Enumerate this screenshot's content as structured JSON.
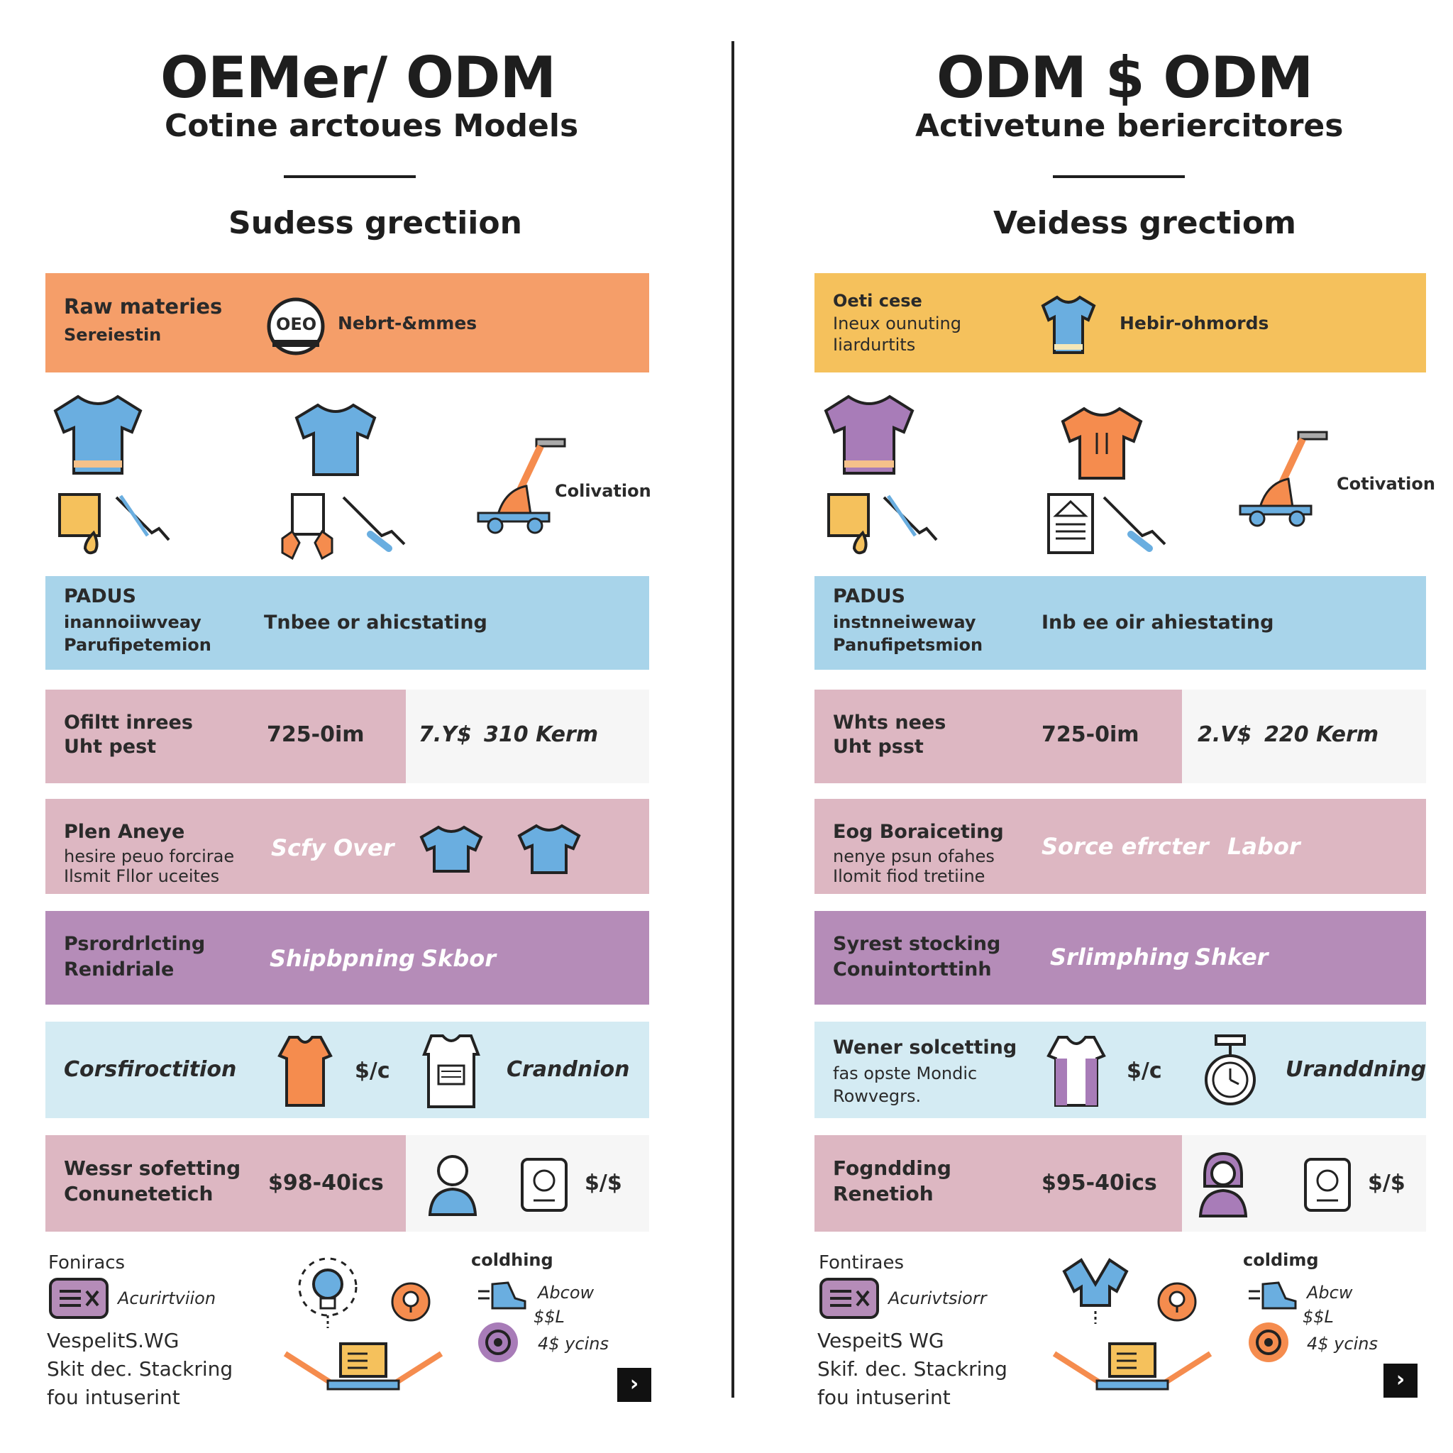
{
  "left": {
    "title": "OEMer/ ODM",
    "subtitle": "Cotine arctoues Models",
    "section": "Sudess grectiion",
    "band_top": {
      "line1": "Raw materies",
      "line2": "Sereiestin",
      "badge": "OEO",
      "tag": "Nebrt-&mmes"
    },
    "equip_label": "Colivation",
    "band_blue": {
      "line1": "PADUS",
      "line2": "inannoiiwveay",
      "line3": "Parufipetemion",
      "tag": "Tnbee or ahicstating"
    },
    "band_cost": {
      "line1": "Ofiltt inrees",
      "line2": "Uht pest",
      "range": "725-0im",
      "price": "7.Y$",
      "qty": "310 Kerm"
    },
    "band_plan": {
      "line1": "Plen Aneye",
      "line2": "hesire peuo forcirae",
      "line3": "Ilsmit Fllor uceites",
      "tag": "Scfy Over"
    },
    "band_purple": {
      "line1": "Psrordrlcting",
      "line2": "Renidriale",
      "tag1": "Shipbpning",
      "tag2": "Skbor"
    },
    "band_cons": {
      "label": "Corsfiroctition",
      "price": "$/c",
      "tag": "Crandnion"
    },
    "band_wear": {
      "line1": "Wessr sofetting",
      "line2": "Conunetetich",
      "range": "$98-40ics",
      "price": "$/$"
    },
    "footer": {
      "heading": "Foniracs",
      "badge_label": "Acurirtviion",
      "lines": [
        "VespelitS.WG",
        "Skit dec. Stackring",
        "fou intuserint"
      ],
      "code_heading": "coldhing",
      "code1": "Abcow",
      "code2": "$$L",
      "code3": "4$ ycins"
    }
  },
  "right": {
    "title": "ODM $ ODM",
    "subtitle": "Activetune beriercitores",
    "section": "Veidess grectiom",
    "band_top": {
      "line1": "Oeti cese",
      "line2": "Ineux ounuting",
      "line3": "Iiardurtits",
      "tag": "Hebir-ohmords"
    },
    "equip_label": "Cotivation",
    "band_blue": {
      "line1": "PADUS",
      "line2": "instnneiweway",
      "line3": "Panufipetsmion",
      "tag": "Inb ee oir ahiestating"
    },
    "band_cost": {
      "line1": "Whts nees",
      "line2": "Uht psst",
      "range": "725-0im",
      "price": "2.V$",
      "qty": "220 Kerm"
    },
    "band_plan": {
      "line1": "Eog Boraiceting",
      "line2": "nenye psun ofahes",
      "line3": "Ilomit fiod tretiine",
      "tag1": "Sorce efrcter",
      "tag2": "Labor"
    },
    "band_purple": {
      "line1": "Syrest stocking",
      "line2": "Conuintorttinh",
      "tag1": "Srlimphing",
      "tag2": "Shker"
    },
    "band_cons": {
      "line1": "Wener solcetting",
      "line2": "fas opste Mondic",
      "line3": "Rowvegrs.",
      "price": "$/c",
      "tag": "Uranddning"
    },
    "band_wear": {
      "line1": "Fogndding",
      "line2": "Renetioh",
      "range": "$95-40ics",
      "price": "$/$"
    },
    "footer": {
      "heading": "Fontiraes",
      "badge_label": "Acurivtsiorr",
      "lines": [
        "VespeitS WG",
        "Skif. dec. Stackring",
        "fou intuserint"
      ],
      "code_heading": "coldimg",
      "code1": "Abcw",
      "code2": "$$L",
      "code3": "4$ ycins"
    }
  },
  "colors": {
    "orange": "#f59e69",
    "yellow": "#f5c15c",
    "blue": "#a8d4ea",
    "pink": "#ddb7c2",
    "purple": "#b58cb8",
    "light_blue": "#d4ebf3",
    "tee_blue": "#6aaee0",
    "tee_purple": "#a87cb8",
    "tee_orange": "#f58c4e"
  }
}
